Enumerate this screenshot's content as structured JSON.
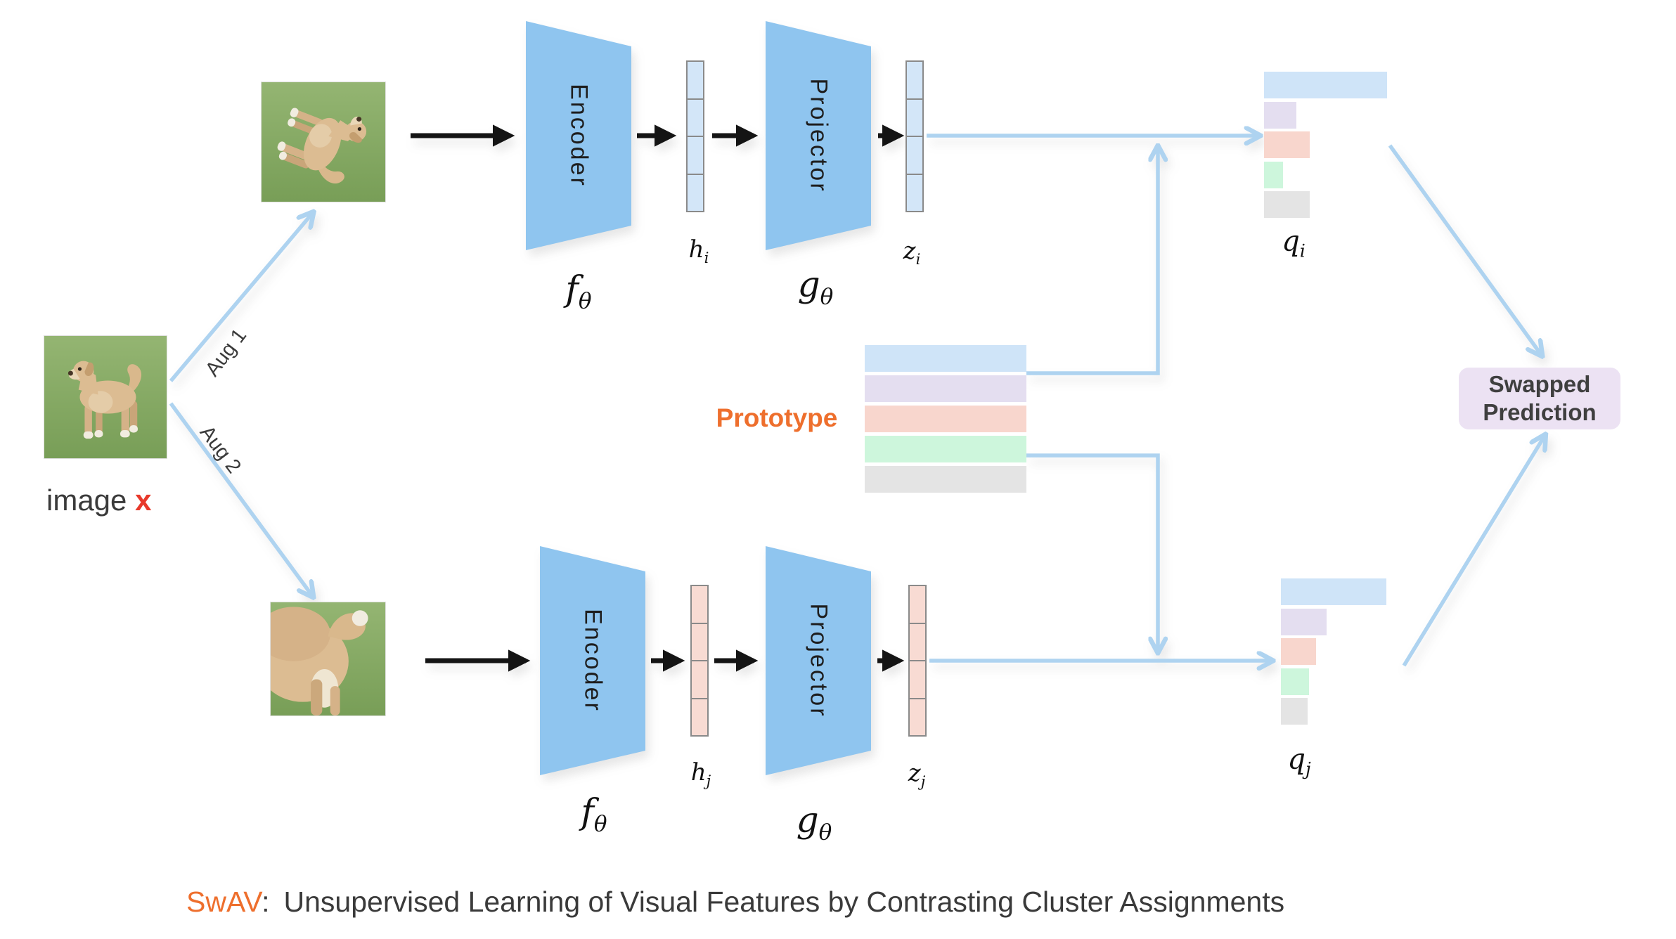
{
  "colors": {
    "trapezoid_blue": "#8fc5ef",
    "cell_blue": "#d3e6f8",
    "cell_pink": "#f8dbd3",
    "bar_blue": "#cfe4f8",
    "bar_purple": "#e4def0",
    "bar_pink": "#f8d6cd",
    "bar_green": "#cdf6dc",
    "bar_gray": "#e4e4e4",
    "arrow_blue": "#aed3f0",
    "arrow_black": "#141414",
    "prototype_orange": "#ee6f2d",
    "swav_orange": "#ee6f2d",
    "image_x_red": "#e8392b",
    "swapped_box_bg": "#ece2f3",
    "text_dark": "#3a3a3a"
  },
  "source_image": {
    "caption_word": "image",
    "caption_var": "x"
  },
  "aug_labels": {
    "aug1": "Aug 1",
    "aug2": "Aug 2"
  },
  "blocks": {
    "encoder": "Encoder",
    "projector": "Projector"
  },
  "math": {
    "f": {
      "base": "f",
      "sub": "θ"
    },
    "g": {
      "base": "g",
      "sub": "θ"
    },
    "h_i": {
      "base": "h",
      "sub": "i"
    },
    "h_j": {
      "base": "h",
      "sub": "j"
    },
    "z_i": {
      "base": "z",
      "sub": "i"
    },
    "z_j": {
      "base": "z",
      "sub": "j"
    },
    "q_i": {
      "base": "q",
      "sub": "i"
    },
    "q_j": {
      "base": "q",
      "sub": "j"
    }
  },
  "vectors": {
    "cells": 4
  },
  "prototype": {
    "label": "Prototype",
    "rows": [
      {
        "color": "blue"
      },
      {
        "color": "purple"
      },
      {
        "color": "pink"
      },
      {
        "color": "green"
      },
      {
        "color": "gray"
      }
    ]
  },
  "assignments": {
    "q_i": {
      "bars": [
        {
          "color": "blue",
          "width": 175
        },
        {
          "color": "purple",
          "width": 46
        },
        {
          "color": "pink",
          "width": 65
        },
        {
          "color": "green",
          "width": 27
        },
        {
          "color": "gray",
          "width": 65
        }
      ]
    },
    "q_j": {
      "bars": [
        {
          "color": "blue",
          "width": 150
        },
        {
          "color": "purple",
          "width": 65
        },
        {
          "color": "pink",
          "width": 50
        },
        {
          "color": "green",
          "width": 40
        },
        {
          "color": "gray",
          "width": 38
        }
      ]
    }
  },
  "swapped_prediction": {
    "line1": "Swapped",
    "line2": "Prediction"
  },
  "caption": {
    "highlight": "SwAV",
    "separator": ":",
    "rest": "Unsupervised Learning of Visual Features by Contrasting Cluster Assignments"
  }
}
